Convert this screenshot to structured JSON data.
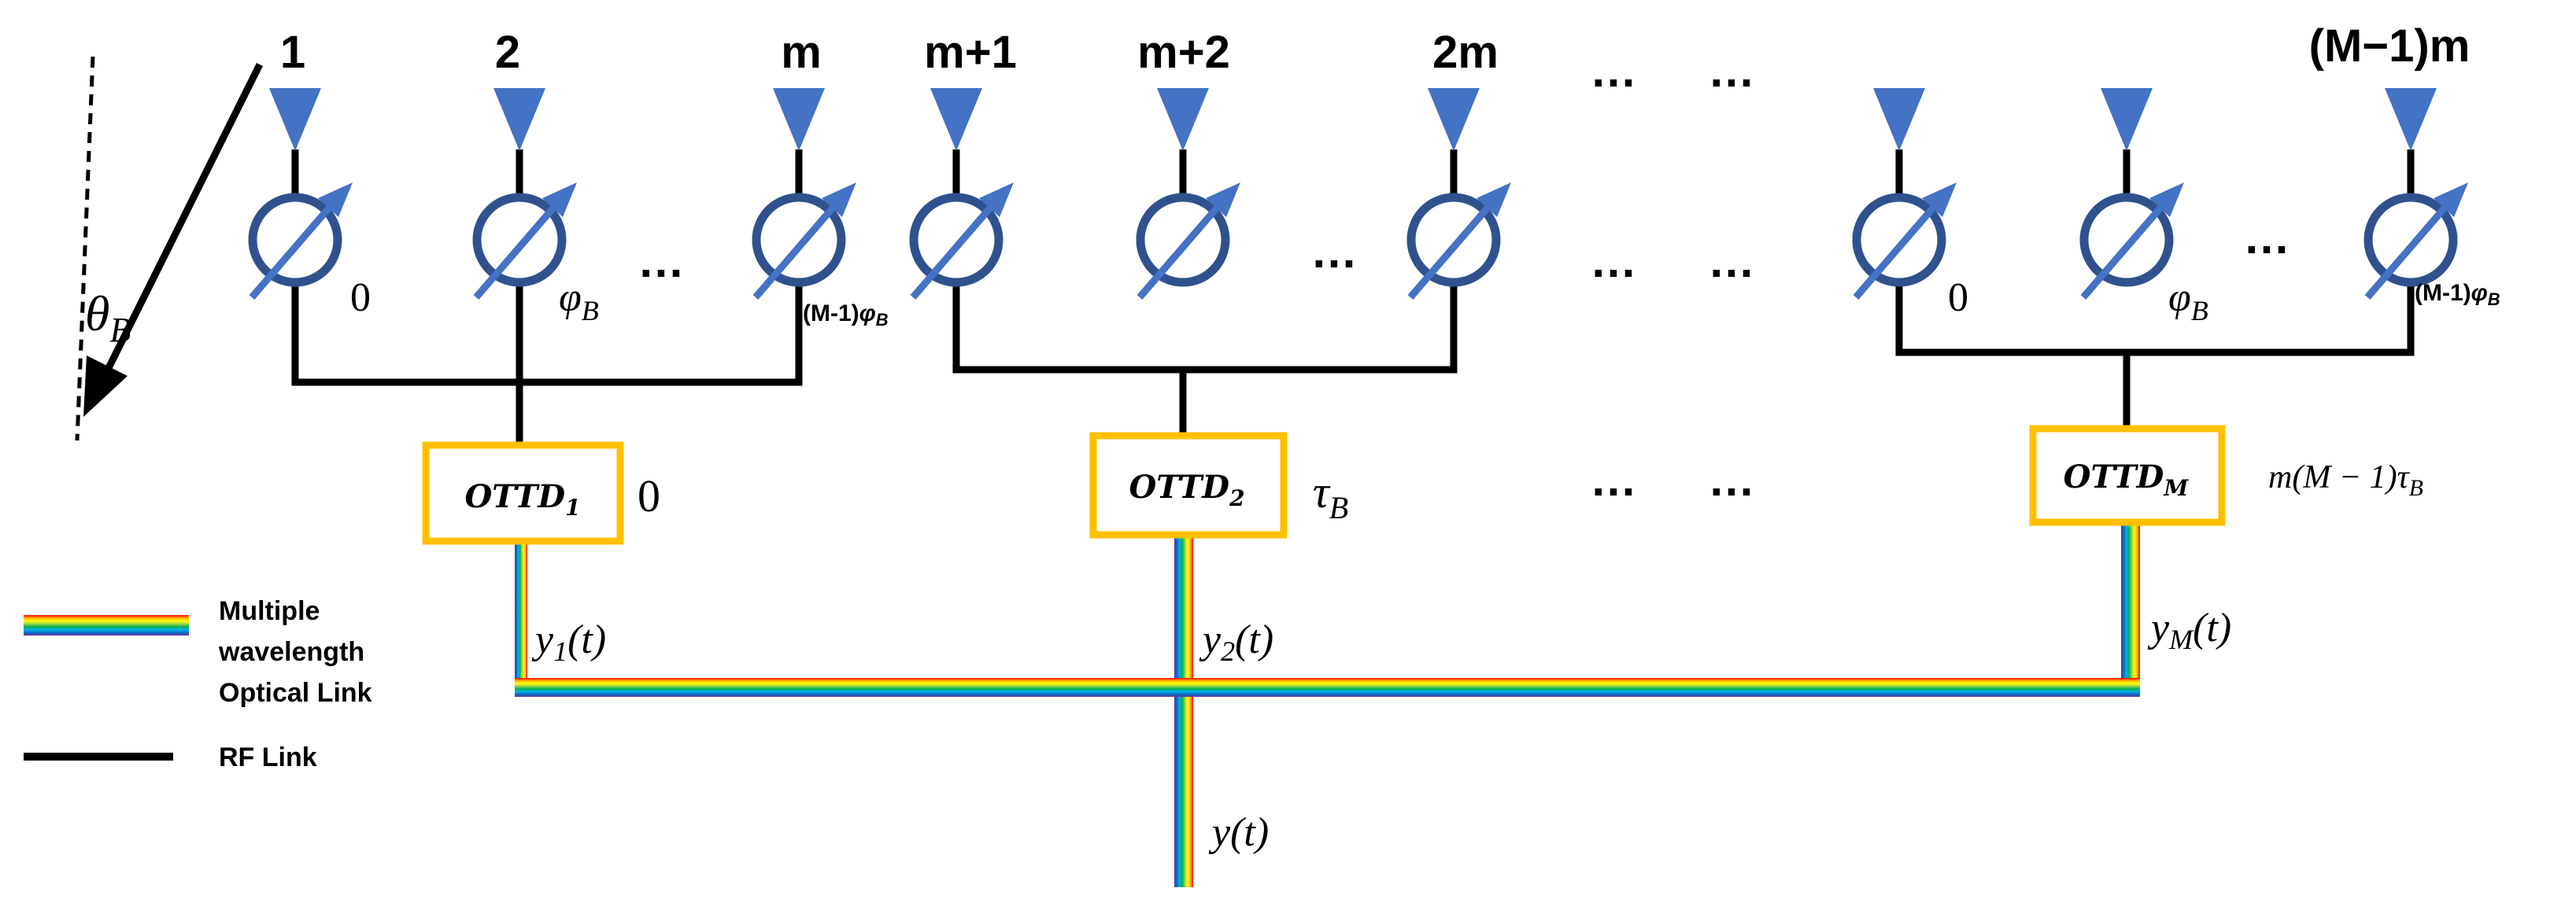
{
  "antenna_labels": {
    "a1": "1",
    "a2": "2",
    "a3": "m",
    "a4": "m+1",
    "a5": "m+2",
    "a6": "2m",
    "a_last": "(M−1)m"
  },
  "ellipsis": "…",
  "angle_label": "θ",
  "angle_sub": "B",
  "phase_labels": {
    "zero": "0",
    "phi": "φ",
    "phi_sub": "B",
    "mphi_prefix": "(M-1)",
    "mphi_symbol": "φ",
    "mphi_sub": "B"
  },
  "ottd": {
    "prefix": "OTTD",
    "ottd1_sub": "1",
    "ottd2_sub": "2",
    "ottdM_sub": "M",
    "delay1": "0",
    "delay2_tau": "τ",
    "delay2_sub": "B",
    "delayM_prefix": "m(M − 1)τ",
    "delayM_sub": "B"
  },
  "signals": {
    "y": "y",
    "y1_sub": "1",
    "y2_sub": "2",
    "yM_sub": "M",
    "t_arg": "(t)",
    "y_total": "y(t)"
  },
  "legend": {
    "optical_line1": "Multiple",
    "optical_line2": "wavelength",
    "optical_line3": "Optical Link",
    "rf": "RF Link"
  },
  "colors": {
    "antenna": "#4472c4",
    "phase_circle": "#2f528f",
    "phase_arrow": "#4472c4",
    "ottd_border": "#ffc000",
    "rf_line": "#000000",
    "rainbow": [
      "#7030a0",
      "#0070c0",
      "#00b0f0",
      "#00b050",
      "#92d050",
      "#ffff00",
      "#ffc000",
      "#ff0000"
    ]
  }
}
